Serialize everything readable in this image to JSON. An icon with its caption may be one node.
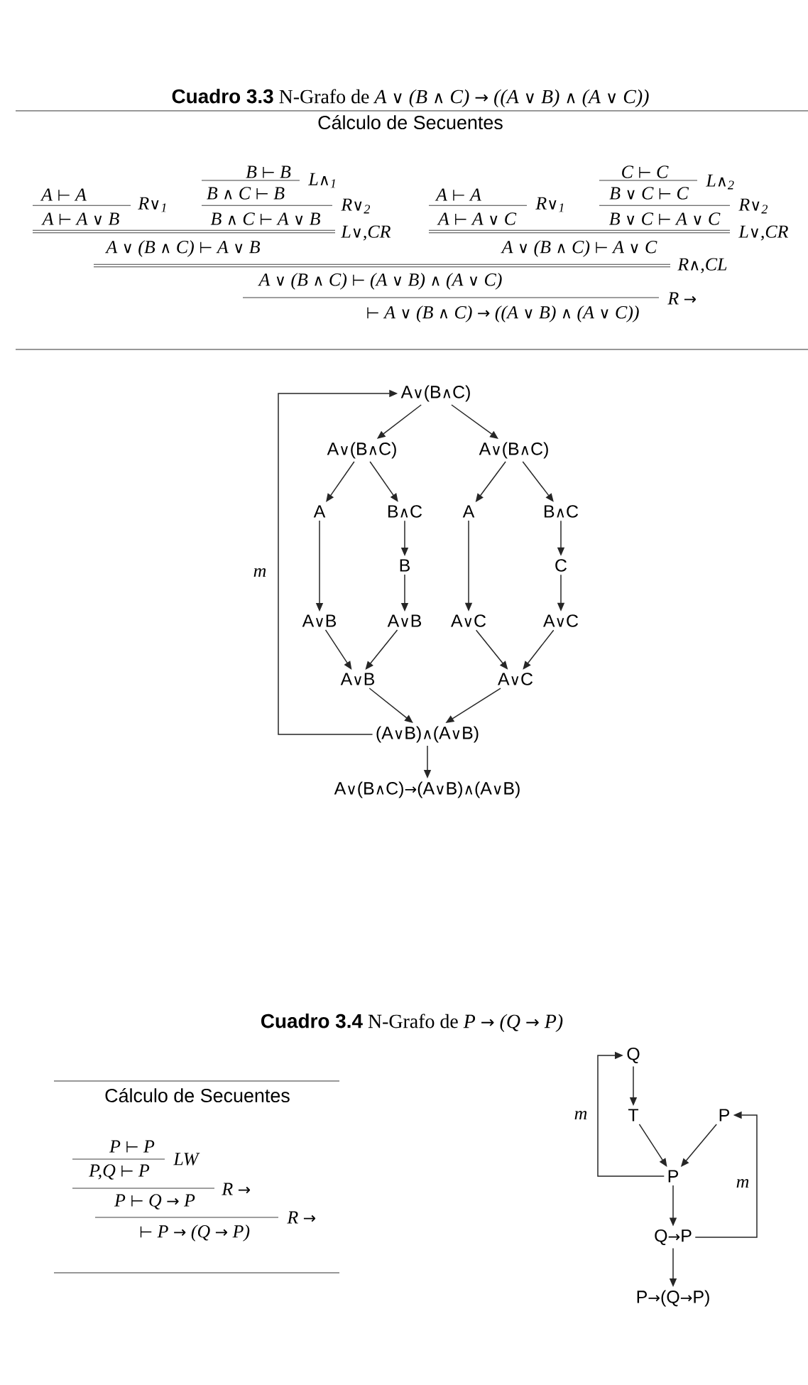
{
  "diagram": {
    "title": "**Cuadro 3.3** N-Grafo de *A ∨ (B ∧ C) → ((A ∨ B) ∧ (A ∨ C))*",
    "nodes": [
      {
        "text": [
          "A∨(B∧C)"
        ]
      },
      {
        "text": [
          "A∨(B∧C)"
        ]
      },
      {
        "text": [
          "A∨(B∧C)"
        ]
      },
      {
        "text": [
          "A"
        ]
      },
      {
        "text": [
          "B∧C"
        ]
      },
      {
        "text": [
          "A"
        ]
      },
      {
        "text": [
          "B∧C"
        ]
      },
      {
        "text": [
          "B"
        ]
      },
      {
        "text": [
          "C"
        ]
      },
      {
        "text": [
          "A∨B"
        ]
      },
      {
        "text": [
          "A∨B"
        ]
      },
      {
        "text": [
          "A∨C"
        ]
      },
      {
        "text": [
          "A∨C"
        ]
      },
      {
        "text": [
          "A∨B"
        ]
      },
      {
        "text": [
          "A∨C"
        ]
      },
      {
        "text": [
          "(A∨B)∧(A∨B)"
        ]
      },
      {
        "text": [
          "A∨(B∧C)→(A∨B)∧(A∨B)"
        ]
      },
      {
        "text": [
          "Q"
        ]
      },
      {
        "text": [
          "T"
        ]
      },
      {
        "text": [
          "P"
        ]
      },
      {
        "text": [
          "P"
        ]
      },
      {
        "text": [
          "Q→P"
        ]
      },
      {
        "text": [
          "P→(Q→P)"
        ]
      }
    ],
    "edges": [
      {
        "from": 0,
        "to": 1,
        "arrow": "to"
      },
      {
        "from": 0,
        "to": 2,
        "arrow": "to"
      },
      {
        "from": 1,
        "to": 3,
        "arrow": "to"
      },
      {
        "from": 1,
        "to": 4,
        "arrow": "to"
      },
      {
        "from": 2,
        "to": 5,
        "arrow": "to"
      },
      {
        "from": 2,
        "to": 6,
        "arrow": "to"
      },
      {
        "from": 4,
        "to": 7,
        "arrow": "to"
      },
      {
        "from": 6,
        "to": 8,
        "arrow": "to"
      },
      {
        "from": 3,
        "to": 9,
        "arrow": "to"
      },
      {
        "from": 7,
        "to": 10,
        "arrow": "to"
      },
      {
        "from": 5,
        "to": 11,
        "arrow": "to"
      },
      {
        "from": 8,
        "to": 12,
        "arrow": "to"
      },
      {
        "from": 9,
        "to": 13,
        "arrow": "to"
      },
      {
        "from": 10,
        "to": 13,
        "arrow": "to"
      },
      {
        "from": 11,
        "to": 14,
        "arrow": "to"
      },
      {
        "from": 12,
        "to": 14,
        "arrow": "to"
      },
      {
        "from": 13,
        "to": 15,
        "arrow": "to"
      },
      {
        "from": 14,
        "to": 15,
        "arrow": "to"
      },
      {
        "from": 15,
        "to": 16,
        "arrow": "to"
      },
      {
        "from": 15,
        "to": 0,
        "arrow": "to",
        "label": "m"
      },
      {
        "from": 17,
        "to": 18,
        "arrow": "to"
      },
      {
        "from": 18,
        "to": 20,
        "arrow": "to"
      },
      {
        "from": 19,
        "to": 20,
        "arrow": "to"
      },
      {
        "from": 20,
        "to": 21,
        "arrow": "to"
      },
      {
        "from": 21,
        "to": 22,
        "arrow": "to"
      },
      {
        "from": 20,
        "to": 17,
        "arrow": "to",
        "label": "m"
      },
      {
        "from": 21,
        "to": 19,
        "arrow": "to",
        "label": "m"
      }
    ],
    "labels": [
      "Cálculo de Secuentes",
      "B ⊢ B",
      "C ⊢ C",
      "L∧$_{1}$",
      "L∧$_{2}$",
      "A ⊢ A",
      "B ∧ C ⊢ B",
      "A ⊢ A",
      "B ∨ C ⊢ C",
      "R∨$_{1}$",
      "R∨$_{2}$",
      "R∨$_{1}$",
      "R∨$_{2}$",
      "A ⊢ A ∨ B",
      "B ∧ C ⊢ A ∨ B",
      "A ⊢ A ∨ C",
      "B ∨ C ⊢ A ∨ C",
      "L∨,CR",
      "L∨,CR",
      "A ∨ (B ∧ C) ⊢ A ∨ B",
      "A ∨ (B ∧ C) ⊢ A ∨ C",
      "R∧,CL",
      "A ∨ (B ∧ C) ⊢ (A ∨ B) ∧ (A ∨ C)",
      "R →",
      "⊢ A ∨ (B ∧ C) → ((A ∨ B) ∧ (A ∨ C))",
      "**Cuadro 3.4** N-Grafo de *P → (Q → P)*",
      "Cálculo de Secuentes",
      "P ⊢ P",
      "LW",
      "P,Q ⊢ P",
      "R →",
      "P ⊢ Q → P",
      "R →",
      "⊢ P → (Q → P)"
    ]
  }
}
